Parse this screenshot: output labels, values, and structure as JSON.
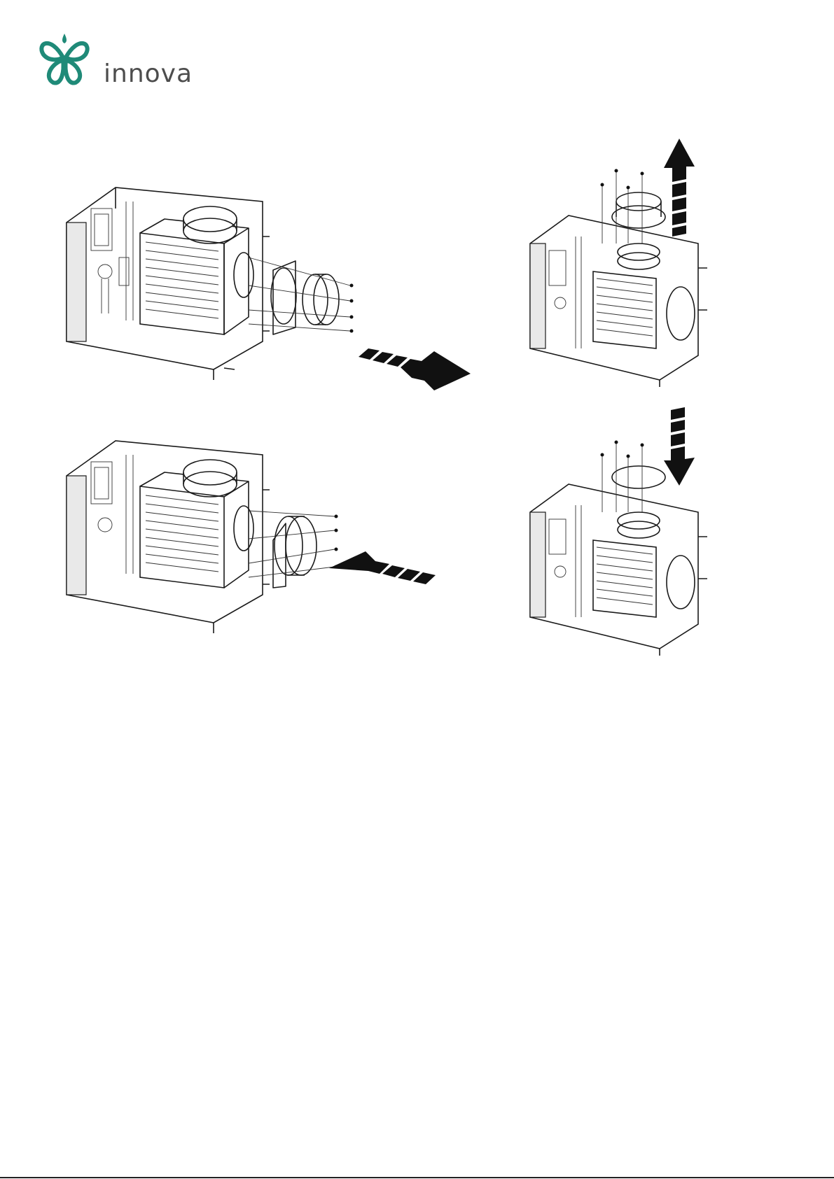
{
  "brand": {
    "name": "innova",
    "color": "#1f8a78",
    "text_color": "#4d4d4d"
  },
  "figures": [
    {
      "id": "remove-side-flange",
      "arrow": "right"
    },
    {
      "id": "remove-top-flange",
      "arrow": "up"
    },
    {
      "id": "install-side-flange",
      "arrow": "left"
    },
    {
      "id": "install-top-cover",
      "arrow": "down"
    }
  ],
  "icons": {
    "logo": "butterfly-logo-icon",
    "arrow_right": "arrow-right-icon",
    "arrow_up": "arrow-up-icon",
    "arrow_left": "arrow-left-icon",
    "arrow_down": "arrow-down-icon"
  }
}
